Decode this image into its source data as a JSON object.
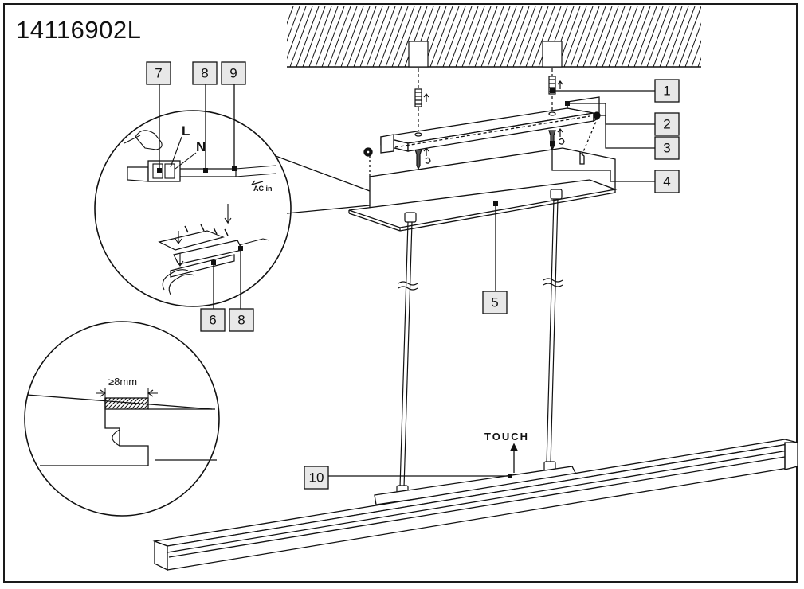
{
  "model_code": "14116902L",
  "callouts": [
    {
      "id": "1",
      "label": "1"
    },
    {
      "id": "2",
      "label": "2"
    },
    {
      "id": "3",
      "label": "3"
    },
    {
      "id": "4",
      "label": "4"
    },
    {
      "id": "5",
      "label": "5"
    },
    {
      "id": "6",
      "label": "6"
    },
    {
      "id": "7",
      "label": "7"
    },
    {
      "id": "8a",
      "label": "8"
    },
    {
      "id": "8b",
      "label": "8"
    },
    {
      "id": "9",
      "label": "9"
    },
    {
      "id": "10",
      "label": "10"
    }
  ],
  "wiring": {
    "live_label": "L",
    "neutral_label": "N",
    "supply_label": "AC in"
  },
  "clearance_label": "≥8mm",
  "touch_label": "TOUCH"
}
